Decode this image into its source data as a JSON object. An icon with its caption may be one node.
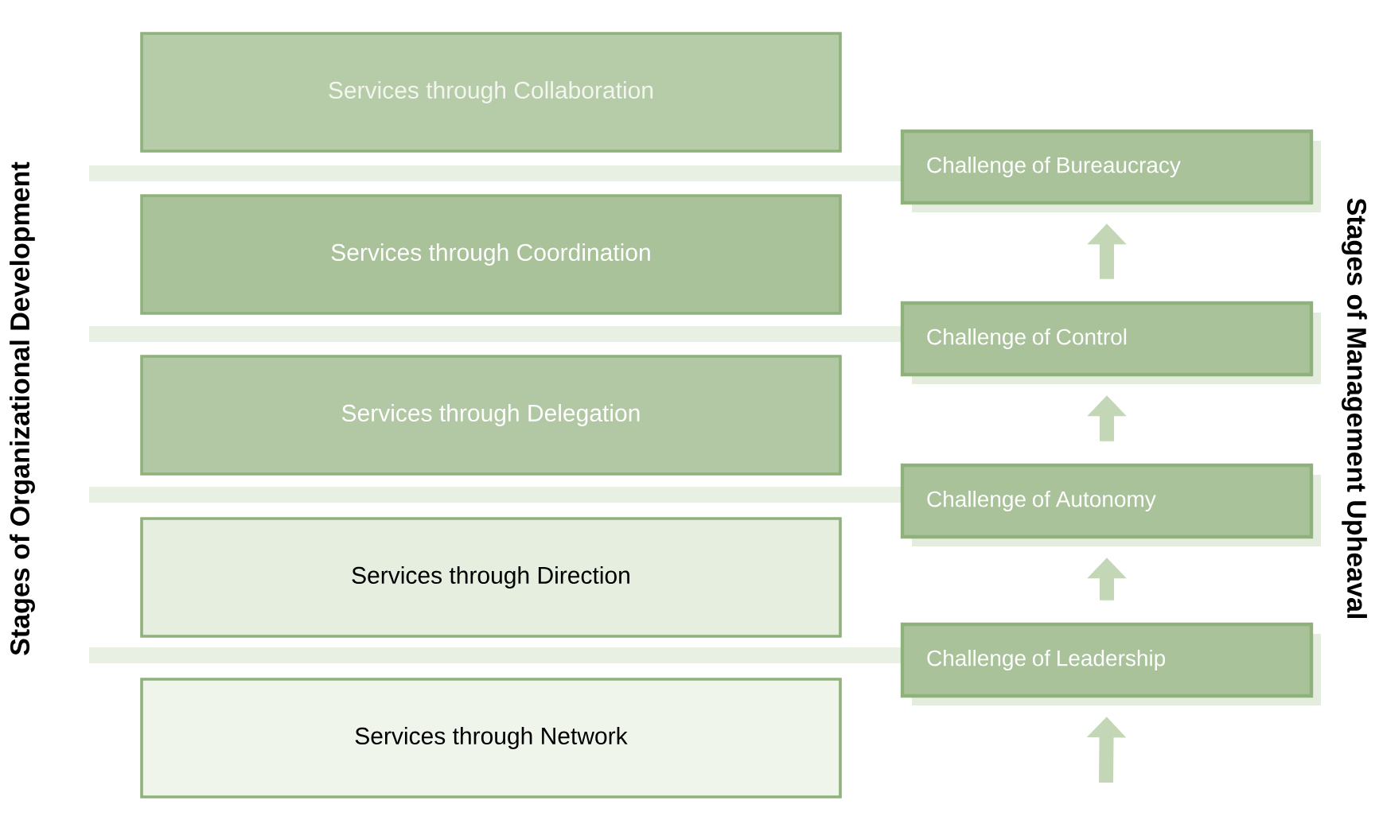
{
  "diagram": {
    "nodes": [
      {
        "text": [
          "Services through Collaboration"
        ]
      },
      {
        "text": [
          "Services through Coordination"
        ]
      },
      {
        "text": [
          "Services through Delegation"
        ]
      },
      {
        "text": [
          "Services through Direction"
        ]
      },
      {
        "text": [
          "Services through Network"
        ]
      },
      {
        "text": [
          "Challenge of Bureaucracy"
        ]
      },
      {
        "text": [
          "Challenge of Control"
        ]
      },
      {
        "text": [
          "Challenge of Autonomy"
        ]
      },
      {
        "text": [
          "Challenge of Leadership"
        ]
      }
    ],
    "edges": [
      {
        "from": null,
        "to": 8,
        "arrow": "to"
      },
      {
        "from": 8,
        "to": 7,
        "arrow": "to"
      },
      {
        "from": 7,
        "to": 6,
        "arrow": "to"
      },
      {
        "from": 6,
        "to": 5,
        "arrow": "to"
      }
    ],
    "labels": [
      "Stages of Organizational Development",
      "Stages of Management Upheaval"
    ]
  }
}
